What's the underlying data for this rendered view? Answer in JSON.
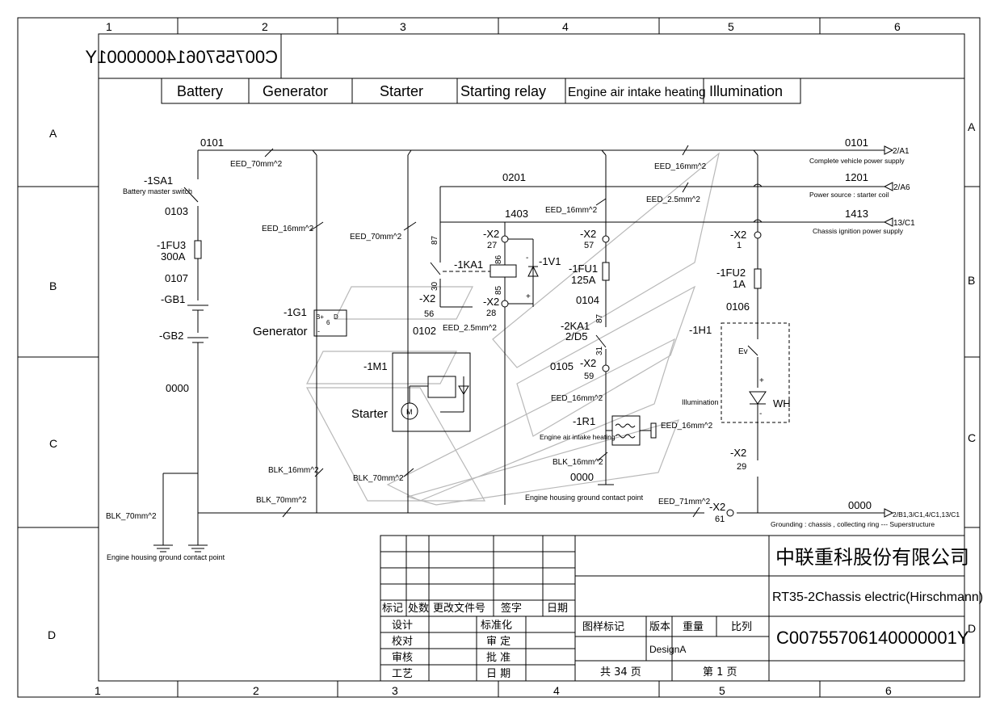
{
  "drawing_number": "C00755706140000001Y",
  "zone_columns": [
    "1",
    "2",
    "3",
    "4",
    "5",
    "6"
  ],
  "zone_rows": [
    "A",
    "B",
    "C",
    "D"
  ],
  "sections": [
    "Battery",
    "Generator",
    "Starter",
    "Starting relay",
    "Engine air intake heating",
    "Illumination"
  ],
  "wires": {
    "w0101": "0101",
    "w0201": "0201",
    "w1403": "1403",
    "w0103": "0103",
    "w0107": "0107",
    "w0000_left": "0000",
    "w0102": "0102",
    "w0104": "0104",
    "w0105": "0105",
    "w0106": "0106",
    "w0000_mid": "0000",
    "w0101_r": "0101",
    "w1201_r": "1201",
    "w1413_r": "1413",
    "w0000_r": "0000",
    "n87a": "87",
    "n30": "30",
    "n86": "86",
    "n85": "85",
    "n87b": "87",
    "n31": "31"
  },
  "cables": {
    "c1": "EED_70mm^2",
    "c2": "EED_16mm^2",
    "c3": "EED_70mm^2",
    "c4": "EED_16mm^2",
    "c5": "EED_16mm^2",
    "c6": "EED_2.5mm^2",
    "c7": "EED_2.5mm^2",
    "c8": "EED_16mm^2",
    "c9": "EED_16mm^2",
    "c10": "BLK_16mm^2",
    "c11": "BLK_70mm^2",
    "c12": "BLK_70mm^2",
    "c13": "BLK_70mm^2",
    "c14": "BLK_16mm^2",
    "c15": "EED_71mm^2"
  },
  "components": {
    "sa1": "-1SA1",
    "sa1_desc": "Battery master switch",
    "fu3": "-1FU3",
    "fu3_val": "300A",
    "gb1": "-GB1",
    "gb2": "-GB2",
    "g1": "-1G1",
    "g1_name": "Generator",
    "g1_b": "B+",
    "g1_d": "D",
    "g1_6": "6",
    "g1_minus": "-",
    "m1": "-1M1",
    "m1_name": "Starter",
    "m1_m": "M",
    "ka1": "-1KA1",
    "v1": "-1V1",
    "plus": "+",
    "minus": "-",
    "x2_27": "-X2",
    "x2_27n": "27",
    "x2_28": "-X2",
    "x2_28n": "28",
    "x2_56": "-X2",
    "x2_56n": "56",
    "x2_57": "-X2",
    "x2_57n": "57",
    "x2_59": "-X2",
    "x2_59n": "59",
    "x2_1": "-X2",
    "x2_1n": "1",
    "x2_29": "-X2",
    "x2_29n": "29",
    "x2_61": "-X2",
    "x2_61n": "61",
    "fu1": "-1FU1",
    "fu1_val": "125A",
    "ka1b": "-2KA1",
    "ka1b_ref": "2/D5",
    "r1": "-1R1",
    "r1_desc": "Engine air intake heating",
    "fu2": "-1FU2",
    "fu2_val": "1A",
    "h1": "-1H1",
    "ev": "Ev",
    "h1_desc": "Illumination",
    "wh": "WH",
    "gnd_left": "Engine housing ground contact point",
    "gnd_mid": "Engine housing ground contact point"
  },
  "refs": {
    "a1": "2/A1",
    "a1_desc": "Complete vehicle power supply",
    "a6": "2/A6",
    "a6_desc": "Power source : starter coil",
    "c1": "13/C1",
    "c1_desc": "Chassis ignition power supply",
    "b1": "2/B1,3/C1,4/C1,13/C1",
    "b1_desc": "Grounding : chassis , collecting ring --- Superstructure"
  },
  "title_block": {
    "company": "中联重科股份有限公司",
    "title": "RT35-2Chassis electric(Hirschmann)",
    "number": "C00755706140000001Y",
    "rev_headers": [
      "标记",
      "处数",
      "更改文件号",
      "签字",
      "日期"
    ],
    "roles": [
      "设计",
      "校对",
      "审核",
      "工艺"
    ],
    "roles2": [
      "标准化",
      "审 定",
      "批 准",
      "日 期"
    ],
    "mark_header": "图样标记",
    "version_header": "版本",
    "weight_header": "重量",
    "scale_header": "比列",
    "design": "DesignA",
    "total_pages": "共 34 页",
    "page": "第 1 页"
  }
}
